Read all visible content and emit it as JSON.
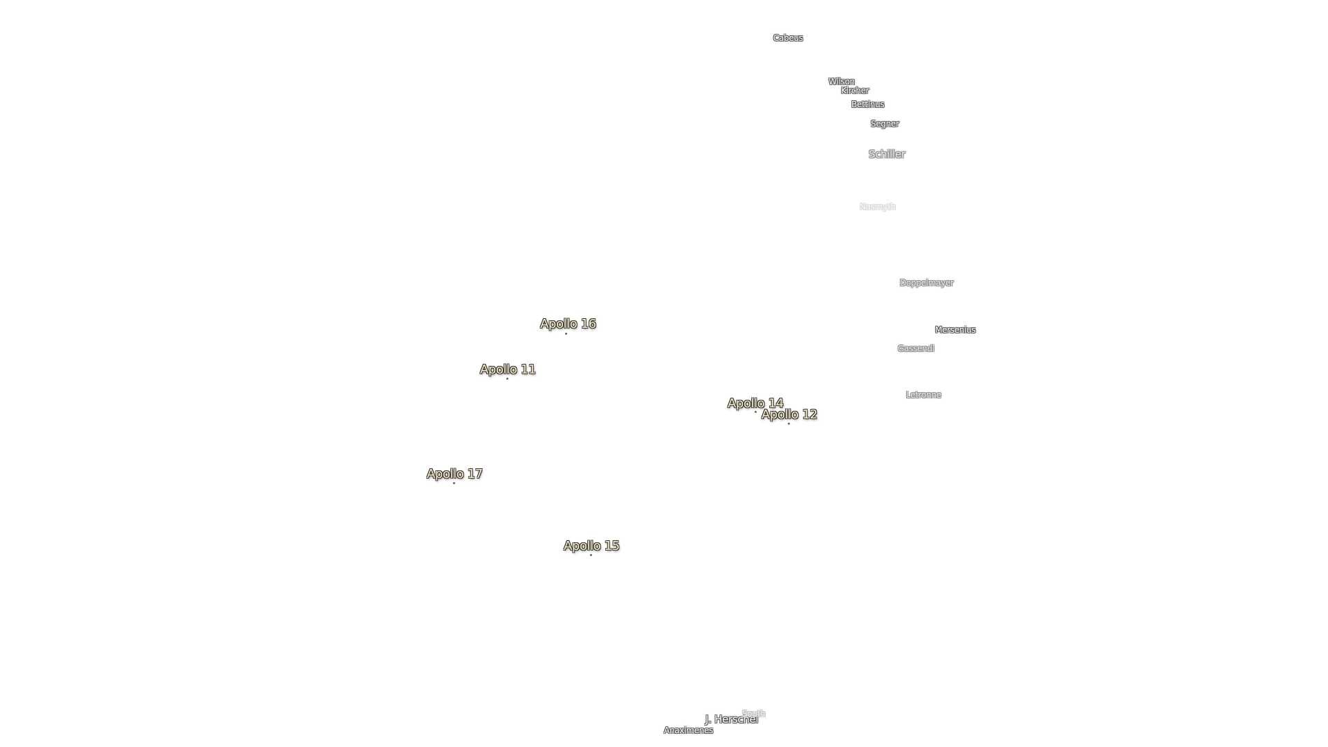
{
  "map": {
    "apollo_sites": [
      {
        "label": "Apollo 16"
      },
      {
        "label": "Apollo 11"
      },
      {
        "label": "Apollo 14"
      },
      {
        "label": "Apollo 12"
      },
      {
        "label": "Apollo 17"
      },
      {
        "label": "Apollo 15"
      }
    ],
    "craters": [
      {
        "label": "Cabeus"
      },
      {
        "label": "Wilson"
      },
      {
        "label": "Kircher"
      },
      {
        "label": "Bettinus"
      },
      {
        "label": "Segner"
      },
      {
        "label": "Schiller"
      },
      {
        "label": "Nasmyth"
      },
      {
        "label": "Doppelmayer"
      },
      {
        "label": "Mersenius"
      },
      {
        "label": "Gassendi"
      },
      {
        "label": "Letronne"
      },
      {
        "label": "J. Herschel"
      },
      {
        "label": "South"
      },
      {
        "label": "Anaximenes"
      }
    ],
    "colors": {
      "background": "#ffffff",
      "apollo_text": "#f6efd9",
      "apollo_outline": "#3a3326",
      "crater_text": "#ffffff",
      "crater_outline": "#555555"
    }
  }
}
